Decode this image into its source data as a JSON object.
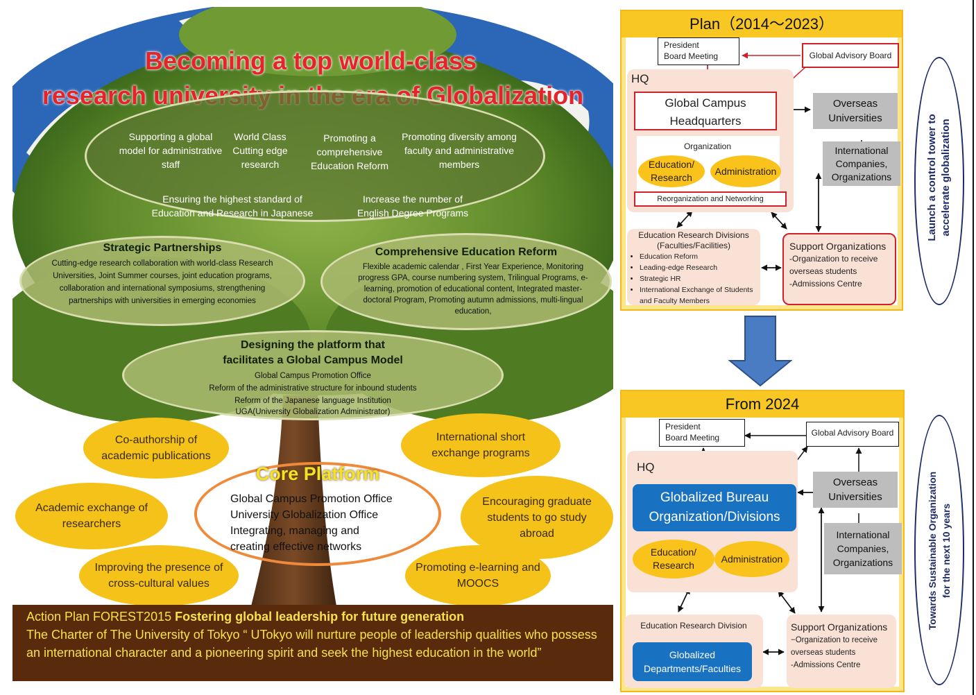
{
  "poster": {
    "headline_line1": "Becoming a top world-class",
    "headline_line2": "research university in the era of Globalization",
    "top_items": [
      "Supporting a global model for administrative staff",
      "World Class Cutting edge research",
      "Promoting a comprehensive Education Reform",
      "Promoting diversity among faculty and administrative members",
      "Ensuring the highest standard of Education and Research in Japanese",
      "Increase the number of English Degree Programs"
    ],
    "strategic": {
      "title": "Strategic Partnerships",
      "body": "Cutting-edge research collaboration with world-class Research Universities, Joint Summer courses, joint education programs, collaboration and international symposiums, strengthening partnerships with universities in emerging economies"
    },
    "education_reform": {
      "title": "Comprehensive Education Reform",
      "body": "Flexible academic calendar , First Year Experience, Monitoring progress GPA, course numbering system, Trilingual Programs, e-learning, promotion of educational content, Integrated master-doctoral Program, Promoting autumn admissions, multi-lingual education,"
    },
    "platform": {
      "title_line1": "Designing the platform that",
      "title_line2": "facilitates a Global Campus Model",
      "lines": [
        "Global Campus Promotion Office",
        "Reform of the administrative structure for inbound students",
        "Reform of the Japanese language Institution",
        "UGA(University Globalization Administrator)"
      ]
    },
    "bubbles": {
      "coauthorship": "Co-authorship of academic publications",
      "intl_short": "International short exchange programs",
      "academic_exchange": "Academic exchange of researchers",
      "encouraging": "Encouraging graduate students to go study abroad",
      "cross_cultural": "Improving the presence of cross-cultural values",
      "elearning": "Promoting e-learning and MOOCS"
    },
    "core": {
      "title": "Core Platform",
      "lines": [
        "Global Campus Promotion Office",
        "University Globalization Office",
        "Integrating, managing and",
        "creating effective networks"
      ]
    },
    "footer": {
      "prefix": "Action Plan FOREST2015 ",
      "bold": "Fostering global leadership for future generation",
      "charter": "The Charter of The University of Tokyo “ UTokyo will nurture people of leadership qualities who possess an international character and a pioneering spirit and  seek the highest education in the world”"
    }
  },
  "plan": {
    "title": "Plan（2014～2023）",
    "president": "President",
    "board_meeting": "Board Meeting",
    "advisory": "Global Advisory Board",
    "hq": "HQ",
    "gch_line1": "Global Campus",
    "gch_line2": "Headquarters",
    "organization": "Organization",
    "edu_research": "Education/ Research",
    "administration": "Administration",
    "reorg": "Reorganization and Networking",
    "overseas": "Overseas Universities",
    "intl": "International Companies, Organizations",
    "erd_title_line1": "Education Research Divisions",
    "erd_title_line2": "(Faculties/Facilities)",
    "erd_items": [
      "Education Reform",
      "Leading-edge Research",
      "Strategic HR",
      "International Exchange of Students and Faculty Members"
    ],
    "support_title": "Support Organizations",
    "support_line1": "-Organization to receive overseas students",
    "support_line2": "-Admissions Centre"
  },
  "from2024": {
    "title": "From 2024",
    "president": "President",
    "board_meeting": "Board Meeting",
    "advisory": "Global Advisory Board",
    "hq": "HQ",
    "bureau_line1": "Globalized Bureau",
    "bureau_line2": "Organization/Divisions",
    "edu_research": "Education/ Research",
    "administration": "Administration",
    "overseas": "Overseas Universities",
    "intl": "International Companies, Organizations",
    "erd_title": "Education Research Division",
    "erd_box": "Globalized Departments/Faculties",
    "support_title": "Support Organizations",
    "support_line1": "−Organization to receive overseas students",
    "support_line2": "-Admissions Centre"
  },
  "side": {
    "top_line1": "Launch a control tower to",
    "top_line2": "accelerate globalization",
    "bottom_line1": "Towards Sustainable Organization",
    "bottom_line2": "for the next 10 years"
  },
  "colors": {
    "panel_yellow": "#f8c724",
    "red_border": "#d0202a",
    "blue_box": "#1971c2",
    "arrow_blue": "#4a7cc4",
    "footer_brown": "#5a2a0c",
    "headline_red": "#e5242a"
  }
}
